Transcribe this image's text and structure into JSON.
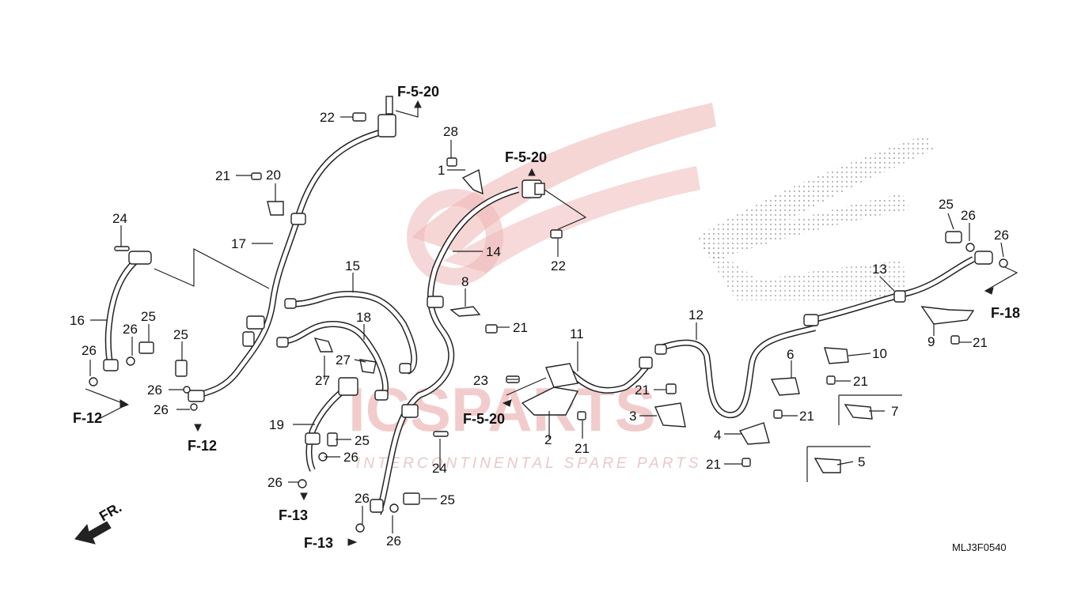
{
  "diagram_code": "MLJ3F0540",
  "front_indicator": "FR.",
  "watermark": {
    "main": "ICSPARTS",
    "sub": "INTERCONTINENTAL SPARE PARTS"
  },
  "references": {
    "f520_top": "F-5-20",
    "f520_mid": "F-5-20",
    "f520_low": "F-5-20",
    "f12_left": "F-12",
    "f12_mid": "F-12",
    "f13_a": "F-13",
    "f13_b": "F-13",
    "f18": "F-18"
  },
  "callouts": [
    {
      "id": "c1",
      "text": "1"
    },
    {
      "id": "c2",
      "text": "2"
    },
    {
      "id": "c3",
      "text": "3"
    },
    {
      "id": "c4",
      "text": "4"
    },
    {
      "id": "c5",
      "text": "5"
    },
    {
      "id": "c6",
      "text": "6"
    },
    {
      "id": "c7",
      "text": "7"
    },
    {
      "id": "c8",
      "text": "8"
    },
    {
      "id": "c9",
      "text": "9"
    },
    {
      "id": "c10",
      "text": "10"
    },
    {
      "id": "c11",
      "text": "11"
    },
    {
      "id": "c12",
      "text": "12"
    },
    {
      "id": "c13",
      "text": "13"
    },
    {
      "id": "c14",
      "text": "14"
    },
    {
      "id": "c15",
      "text": "15"
    },
    {
      "id": "c16",
      "text": "16"
    },
    {
      "id": "c17",
      "text": "17"
    },
    {
      "id": "c18",
      "text": "18"
    },
    {
      "id": "c19",
      "text": "19"
    },
    {
      "id": "c20",
      "text": "20"
    },
    {
      "id": "c21a",
      "text": "21"
    },
    {
      "id": "c21b",
      "text": "21"
    },
    {
      "id": "c21c",
      "text": "21"
    },
    {
      "id": "c21d",
      "text": "21"
    },
    {
      "id": "c21e",
      "text": "21"
    },
    {
      "id": "c21f",
      "text": "21"
    },
    {
      "id": "c21g",
      "text": "21"
    },
    {
      "id": "c21h",
      "text": "21"
    },
    {
      "id": "c22a",
      "text": "22"
    },
    {
      "id": "c22b",
      "text": "22"
    },
    {
      "id": "c23",
      "text": "23"
    },
    {
      "id": "c24a",
      "text": "24"
    },
    {
      "id": "c24b",
      "text": "24"
    },
    {
      "id": "c25a",
      "text": "25"
    },
    {
      "id": "c25b",
      "text": "25"
    },
    {
      "id": "c25c",
      "text": "25"
    },
    {
      "id": "c25d",
      "text": "25"
    },
    {
      "id": "c25e",
      "text": "25"
    },
    {
      "id": "c26a",
      "text": "26"
    },
    {
      "id": "c26b",
      "text": "26"
    },
    {
      "id": "c26c",
      "text": "26"
    },
    {
      "id": "c26d",
      "text": "26"
    },
    {
      "id": "c26e",
      "text": "26"
    },
    {
      "id": "c26f",
      "text": "26"
    },
    {
      "id": "c26g",
      "text": "26"
    },
    {
      "id": "c26h",
      "text": "26"
    },
    {
      "id": "c26i",
      "text": "26"
    },
    {
      "id": "c26j",
      "text": "26"
    },
    {
      "id": "c27a",
      "text": "27"
    },
    {
      "id": "c27b",
      "text": "27"
    },
    {
      "id": "c28",
      "text": "28"
    }
  ]
}
